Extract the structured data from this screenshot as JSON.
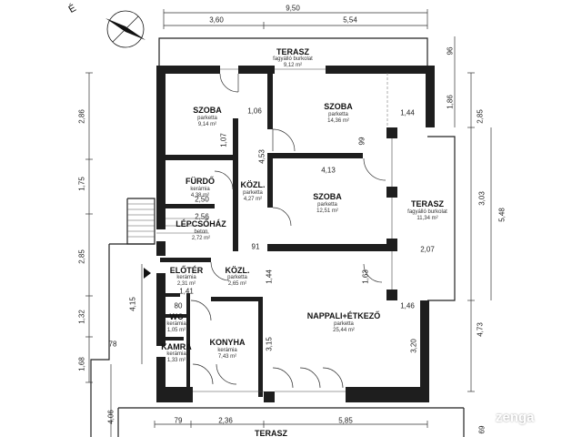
{
  "compass": {
    "north_label": "É"
  },
  "rooms": {
    "terasz_top": {
      "name": "TERASZ",
      "finish": "fagyálló burkolat",
      "area": "9,12 m²"
    },
    "szoba1": {
      "name": "SZOBA",
      "finish": "parketta",
      "area": "9,14 m²"
    },
    "szoba2": {
      "name": "SZOBA",
      "finish": "parketta",
      "area": "14,36 m²"
    },
    "furdo": {
      "name": "FÜRDŐ",
      "finish": "kerámia",
      "area": "4,38 m²"
    },
    "kozl1": {
      "name": "KÖZL.",
      "finish": "parketta",
      "area": "4,27 m²"
    },
    "szoba3": {
      "name": "SZOBA",
      "finish": "parketta",
      "area": "12,51 m²"
    },
    "terasz_right": {
      "name": "TERASZ",
      "finish": "fagyálló burkolat",
      "area": "11,34 m²"
    },
    "lepcsohaz": {
      "name": "LÉPCSŐHÁZ",
      "finish": "beton",
      "area": "2,72 m²"
    },
    "eloter": {
      "name": "ELŐTÉR",
      "finish": "kerámia",
      "area": "2,31 m²"
    },
    "kozl2": {
      "name": "KÖZL.",
      "finish": "parketta",
      "area": "2,65 m²"
    },
    "wc": {
      "name": "WC",
      "finish": "kerámia",
      "area": "1,05 m²"
    },
    "kamra": {
      "name": "KAMRA",
      "finish": "kerámia",
      "area": "1,33 m²"
    },
    "konyha": {
      "name": "KONYHA",
      "finish": "kerámia",
      "area": "7,43 m²"
    },
    "nappali": {
      "name": "NAPPALI+ÉTKEZŐ",
      "finish": "parketta",
      "area": "25,44 m²"
    },
    "terasz_bottom": {
      "name": "TERASZ"
    }
  },
  "dimensions": {
    "top_total": "9,50",
    "top_left": "3,60",
    "top_right": "5,54",
    "d96": "96",
    "d186": "1,86",
    "d285r": "2,85",
    "d303": "3,03",
    "d548": "5,48",
    "d473": "4,73",
    "d286": "2,86",
    "d175": "1,75",
    "d285l": "2,85",
    "d132": "1,32",
    "d168": "1,68",
    "d415": "4,15",
    "d406": "4,06",
    "d78": "78",
    "d106": "1,06",
    "d107": "1,07",
    "d453": "4,53",
    "d99": "99",
    "d144a": "1,44",
    "d413": "4,13",
    "d250": "2,50",
    "d256": "2,56",
    "d91": "91",
    "d207": "2,07",
    "d163": "1,63",
    "d144b": "1,44",
    "d146": "1,46",
    "d141": "1,41",
    "d80": "80",
    "d315": "3,15",
    "d320": "3,20",
    "bottom_79": "79",
    "bottom_236": "2,36",
    "bottom_585": "5,85",
    "bottom_69": "69"
  },
  "watermark": {
    "brand": "zenga"
  }
}
